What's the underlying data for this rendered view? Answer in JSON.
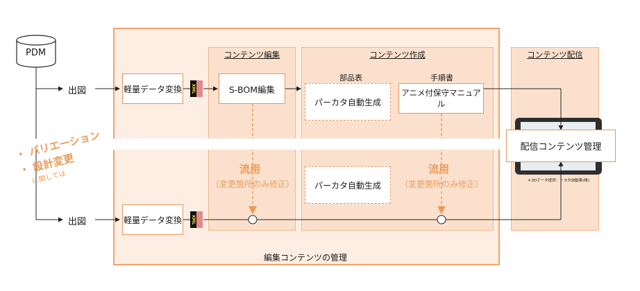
{
  "pdm_label": "PDM",
  "flow_top": {
    "output_label": "出図",
    "convert_label": "軽量データ変換"
  },
  "flow_bottom": {
    "output_label": "出図",
    "convert_label": "軽量データ変換"
  },
  "file_icon_text": "XML",
  "panels": {
    "edit": {
      "title": "コンテンツ編集",
      "sbom": "S-BOM編集"
    },
    "create": {
      "title": "コンテンツ作成",
      "parts_header": "部品表",
      "manual_header": "手順書",
      "auto_top": "パーカタ自動生成",
      "anime_manual": "アニメ付保守マニュアル",
      "auto_bottom": "パーカタ自動生成"
    },
    "distribute": {
      "title": "コンテンツ配信",
      "manage": "配信コンテンツ管理",
      "credit": "＊3Dデータ提供：トヨタ自動車(株)"
    }
  },
  "reuse": {
    "title": "流用",
    "subtitle": "（変更箇所のみ修正）"
  },
  "variation": {
    "bullet1": "・ バリエーション",
    "bullet2": "・ 設計変更",
    "note": "に関しては"
  },
  "footer_label": "編集コンテンツの管理",
  "colors": {
    "accent": "#ee9b5b",
    "panel": "#fbe1cd",
    "outer": "#fdeee3"
  }
}
